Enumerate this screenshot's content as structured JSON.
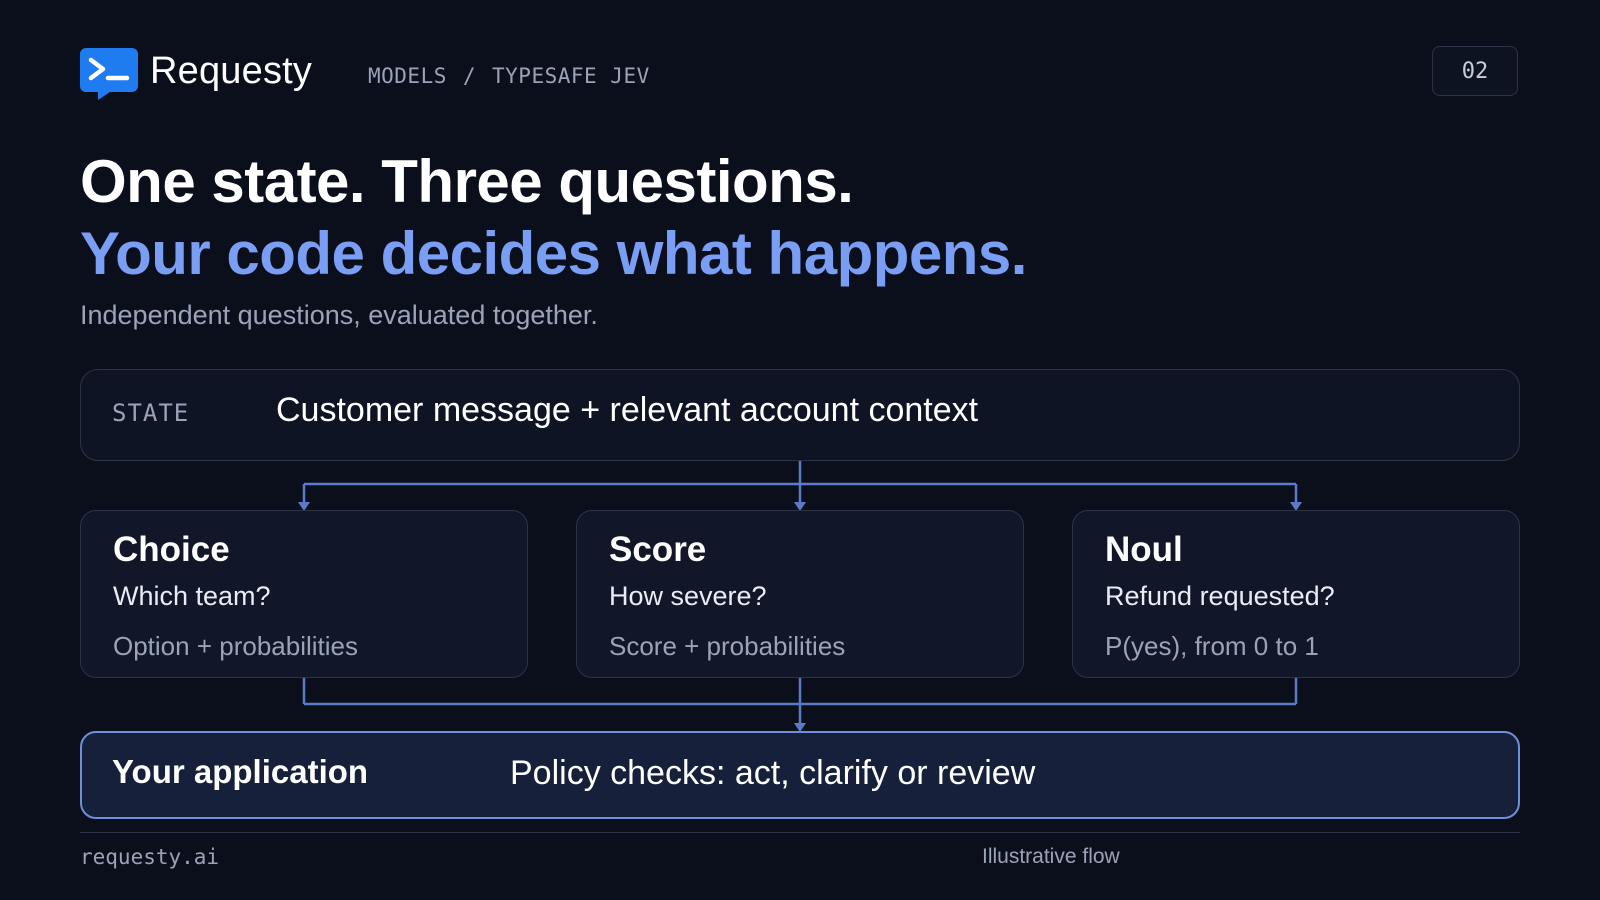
{
  "header": {
    "brand": "Requesty",
    "breadcrumb": [
      "MODELS",
      "/",
      "TYPESAFE JEV"
    ],
    "page_number": "02",
    "logo_icon": "terminal-chat-icon"
  },
  "hero": {
    "title_line1": "One state. Three questions.",
    "title_line2": "Your code decides what happens.",
    "subtitle": "Independent questions, evaluated together."
  },
  "state": {
    "label": "STATE",
    "text": "Customer message + relevant account context"
  },
  "cards": [
    {
      "title": "Choice",
      "question": "Which team?",
      "output": "Option + probabilities"
    },
    {
      "title": "Score",
      "question": "How severe?",
      "output": "Score + probabilities"
    },
    {
      "title": "Noul",
      "question": "Refund requested?",
      "output": "P(yes), from 0 to 1"
    }
  ],
  "application": {
    "label": "Your application",
    "text": "Policy checks: act, clarify or review"
  },
  "footer": {
    "left": "requesty.ai",
    "right": "Illustrative flow"
  },
  "colors": {
    "background": "#0b0f1c",
    "accent": "#7b9ef5",
    "connector": "#5b7bc8",
    "border": "#2b3446"
  }
}
